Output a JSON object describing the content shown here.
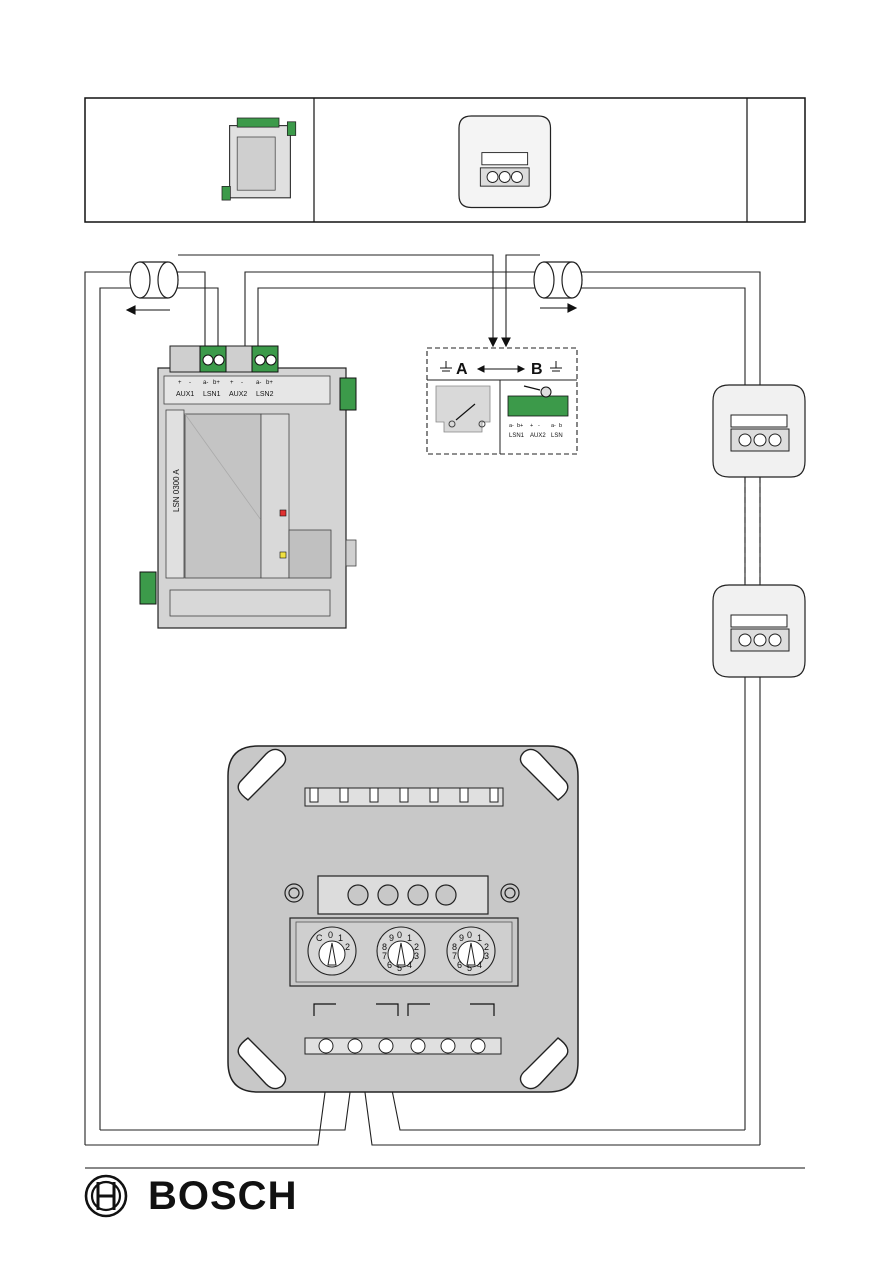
{
  "brand": {
    "name": "BOSCH"
  },
  "module": {
    "type_label": "LSN 0300 A",
    "terminal_polarity": [
      "+",
      "-",
      "a-",
      "b+",
      "+",
      "-",
      "a-",
      "b+"
    ],
    "terminal_groups": [
      "AUX1",
      "LSN1",
      "AUX2",
      "LSN2"
    ]
  },
  "detail": {
    "option_a": "A",
    "option_b": "B",
    "terminal_polarity": [
      "a-",
      "b+",
      "+",
      "-",
      "a-",
      "b"
    ],
    "terminal_groups": [
      "LSN1",
      "AUX2",
      "LSN"
    ]
  },
  "base": {
    "rotary_switches": [
      {
        "digits_left": [
          "C",
          "0",
          "1",
          "2"
        ]
      },
      {
        "digits": [
          "9",
          "0",
          "1",
          "2",
          "3",
          "4",
          "5",
          "6",
          "7",
          "8"
        ]
      },
      {
        "digits": [
          "9",
          "0",
          "1",
          "2",
          "3",
          "4",
          "5",
          "6",
          "7",
          "8"
        ]
      }
    ]
  },
  "colors": {
    "terminal_green": "#3c9a4a",
    "led_red": "#e03030",
    "led_yellow": "#f0e040",
    "panel_gray": "#c8c8c8"
  }
}
